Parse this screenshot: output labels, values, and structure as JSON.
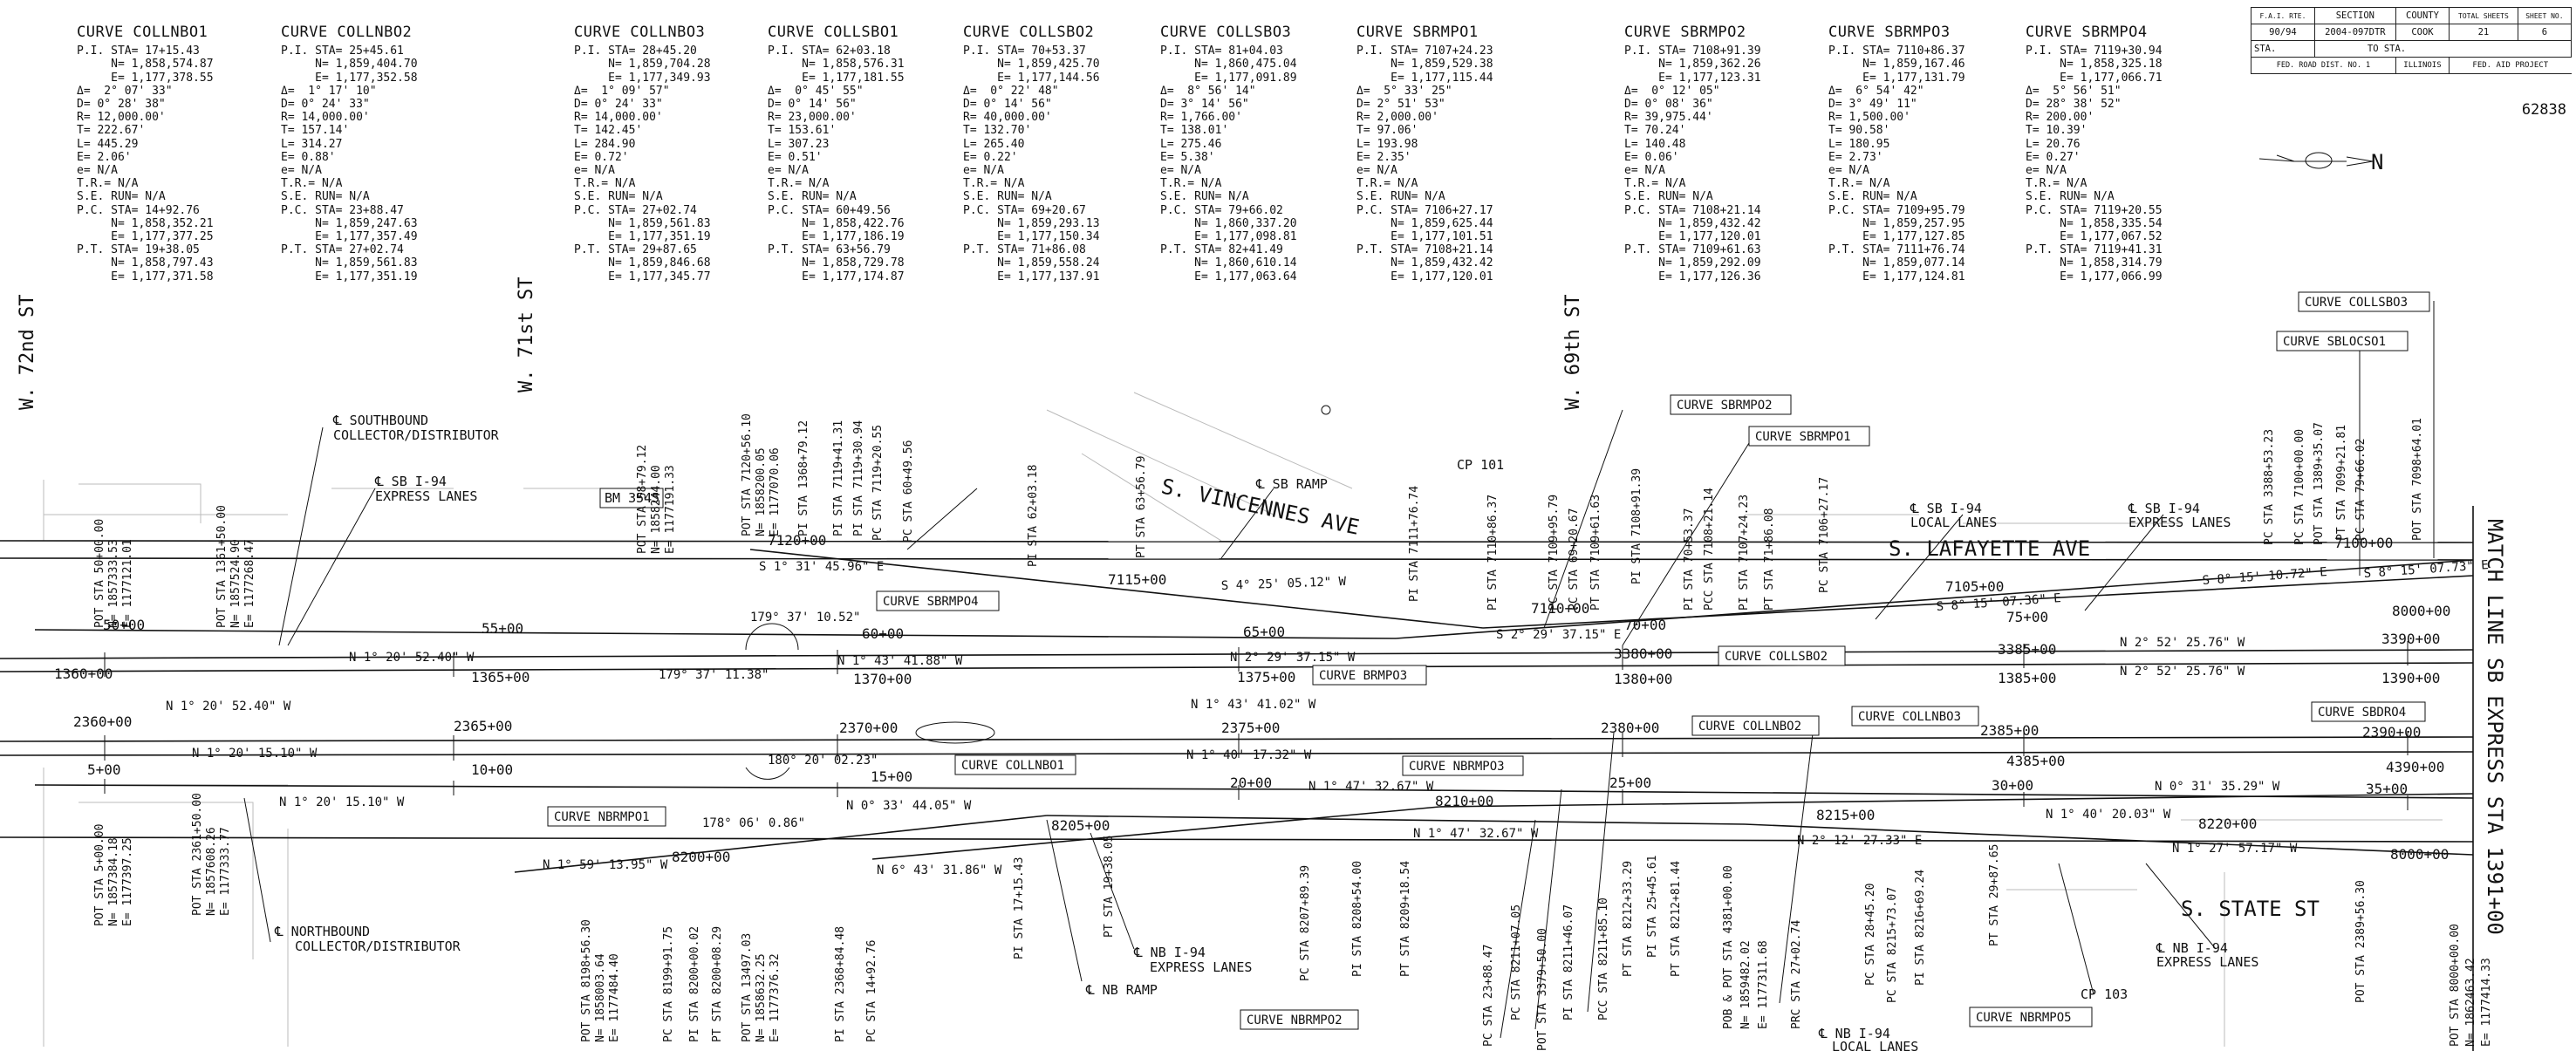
{
  "curves": [
    {
      "title": "CURVE COLLNBO1",
      "lines": [
        "P.I. STA= 17+15.43",
        "     N= 1,858,574.87",
        "     E= 1,177,378.55",
        "Δ=  2° 07' 33\"",
        "D= 0° 28' 38\"",
        "R= 12,000.00'",
        "T= 222.67'",
        "L= 445.29",
        "E= 2.06'",
        "e= N/A",
        "T.R.= N/A",
        "S.E. RUN= N/A",
        "P.C. STA= 14+92.76",
        "     N= 1,858,352.21",
        "     E= 1,177,377.25",
        "P.T. STA= 19+38.05",
        "     N= 1,858,797.43",
        "     E= 1,177,371.58"
      ]
    },
    {
      "title": "CURVE COLLNBO2",
      "lines": [
        "P.I. STA= 25+45.61",
        "     N= 1,859,404.70",
        "     E= 1,177,352.58",
        "Δ=  1° 17' 10\"",
        "D= 0° 24' 33\"",
        "R= 14,000.00'",
        "T= 157.14'",
        "L= 314.27",
        "E= 0.88'",
        "e= N/A",
        "T.R.= N/A",
        "S.E. RUN= N/A",
        "P.C. STA= 23+88.47",
        "     N= 1,859,247.63",
        "     E= 1,177,357.49",
        "P.T. STA= 27+02.74",
        "     N= 1,859,561.83",
        "     E= 1,177,351.19"
      ]
    },
    {
      "title": "CURVE COLLNBO3",
      "lines": [
        "P.I. STA= 28+45.20",
        "     N= 1,859,704.28",
        "     E= 1,177,349.93",
        "Δ=  1° 09' 57\"",
        "D= 0° 24' 33\"",
        "R= 14,000.00'",
        "T= 142.45'",
        "L= 284.90",
        "E= 0.72'",
        "e= N/A",
        "T.R.= N/A",
        "S.E. RUN= N/A",
        "P.C. STA= 27+02.74",
        "     N= 1,859,561.83",
        "     E= 1,177,351.19",
        "P.T. STA= 29+87.65",
        "     N= 1,859,846.68",
        "     E= 1,177,345.77"
      ]
    },
    {
      "title": "CURVE COLLSBO1",
      "lines": [
        "P.I. STA= 62+03.18",
        "     N= 1,858,576.31",
        "     E= 1,177,181.55",
        "Δ=  0° 45' 55\"",
        "D= 0° 14' 56\"",
        "R= 23,000.00'",
        "T= 153.61'",
        "L= 307.23",
        "E= 0.51'",
        "e= N/A",
        "T.R.= N/A",
        "S.E. RUN= N/A",
        "P.C. STA= 60+49.56",
        "     N= 1,858,422.76",
        "     E= 1,177,186.19",
        "P.T. STA= 63+56.79",
        "     N= 1,858,729.78",
        "     E= 1,177,174.87"
      ]
    },
    {
      "title": "CURVE COLLSBO2",
      "lines": [
        "P.I. STA= 70+53.37",
        "     N= 1,859,425.70",
        "     E= 1,177,144.56",
        "Δ=  0° 22' 48\"",
        "D= 0° 14' 56\"",
        "R= 40,000.00'",
        "T= 132.70'",
        "L= 265.40",
        "E= 0.22'",
        "e= N/A",
        "T.R.= N/A",
        "S.E. RUN= N/A",
        "P.C. STA= 69+20.67",
        "     N= 1,859,293.13",
        "     E= 1,177,150.34",
        "P.T. STA= 71+86.08",
        "     N= 1,859,558.24",
        "     E= 1,177,137.91"
      ]
    },
    {
      "title": "CURVE COLLSBO3",
      "lines": [
        "P.I. STA= 81+04.03",
        "     N= 1,860,475.04",
        "     E= 1,177,091.89",
        "Δ=  8° 56' 14\"",
        "D= 3° 14' 56\"",
        "R= 1,766.00'",
        "T= 138.01'",
        "L= 275.46",
        "E= 5.38'",
        "e= N/A",
        "T.R.= N/A",
        "S.E. RUN= N/A",
        "P.C. STA= 79+66.02",
        "     N= 1,860,337.20",
        "     E= 1,177,098.81",
        "P.T. STA= 82+41.49",
        "     N= 1,860,610.14",
        "     E= 1,177,063.64"
      ]
    },
    {
      "title": "CURVE SBRMPO1",
      "lines": [
        "P.I. STA= 7107+24.23",
        "     N= 1,859,529.38",
        "     E= 1,177,115.44",
        "Δ=  5° 33' 25\"",
        "D= 2° 51' 53\"",
        "R= 2,000.00'",
        "T= 97.06'",
        "L= 193.98",
        "E= 2.35'",
        "e= N/A",
        "T.R.= N/A",
        "S.E. RUN= N/A",
        "P.C. STA= 7106+27.17",
        "     N= 1,859,625.44",
        "     E= 1,177,101.51",
        "P.T. STA= 7108+21.14",
        "     N= 1,859,432.42",
        "     E= 1,177,120.01"
      ]
    },
    {
      "title": "CURVE SBRMPO2",
      "lines": [
        "P.I. STA= 7108+91.39",
        "     N= 1,859,362.26",
        "     E= 1,177,123.31",
        "Δ=  0° 12' 05\"",
        "D= 0° 08' 36\"",
        "R= 39,975.44'",
        "T= 70.24'",
        "L= 140.48",
        "E= 0.06'",
        "e= N/A",
        "T.R.= N/A",
        "S.E. RUN= N/A",
        "P.C. STA= 7108+21.14",
        "     N= 1,859,432.42",
        "     E= 1,177,120.01",
        "P.T. STA= 7109+61.63",
        "     N= 1,859,292.09",
        "     E= 1,177,126.36"
      ]
    },
    {
      "title": "CURVE SBRMPO3",
      "lines": [
        "P.I. STA= 7110+86.37",
        "     N= 1,859,167.46",
        "     E= 1,177,131.79",
        "Δ=  6° 54' 42\"",
        "D= 3° 49' 11\"",
        "R= 1,500.00'",
        "T= 90.58'",
        "L= 180.95",
        "E= 2.73'",
        "e= N/A",
        "T.R.= N/A",
        "S.E. RUN= N/A",
        "P.C. STA= 7109+95.79",
        "     N= 1,859,257.95",
        "     E= 1,177,127.85",
        "P.T. STA= 7111+76.74",
        "     N= 1,859,077.14",
        "     E= 1,177,124.81"
      ]
    },
    {
      "title": "CURVE SBRMPO4",
      "lines": [
        "P.I. STA= 7119+30.94",
        "     N= 1,858,325.18",
        "     E= 1,177,066.71",
        "Δ=  5° 56' 51\"",
        "D= 28° 38' 52\"",
        "R= 200.00'",
        "T= 10.39'",
        "L= 20.76",
        "E= 0.27'",
        "e= N/A",
        "T.R.= N/A",
        "S.E. RUN= N/A",
        "P.C. STA= 7119+20.55",
        "     N= 1,858,335.54",
        "     E= 1,177,067.52",
        "P.T. STA= 7119+41.31",
        "     N= 1,858,314.79",
        "     E= 1,177,066.99"
      ]
    }
  ],
  "titleblock": {
    "fai_rte_label": "F.A.I. RTE.",
    "section_label": "SECTION",
    "county_label": "COUNTY",
    "total_sheets_label": "TOTAL SHEETS",
    "sheet_no_label": "SHEET NO.",
    "route": "90/94",
    "section": "2004-097DTR",
    "county": "COOK",
    "total_sheets": "21",
    "sheet_no": "6",
    "sta_label": "STA.",
    "to_sta_label": "TO STA.",
    "district": "FED. ROAD DIST. NO. 1",
    "state": "ILLINOIS",
    "aid": "FED. AID PROJECT",
    "project_no": "62838"
  },
  "streets": {
    "w72": "W. 72nd ST",
    "w71": "W. 71st ST",
    "w69": "W. 69th ST",
    "vincennes": "S. VINCENNES AVE",
    "lafayette": "S. LAFAYETTE AVE",
    "state": "S. STATE ST",
    "match_line": "MATCH LINE SB EXPRESS STA 1391+00"
  },
  "roadway_labels": {
    "sb_cd": "℄ SOUTHBOUND",
    "sb_cd2": "COLLECTOR/DISTRIBUTOR",
    "sb_express": "℄ SB I-94",
    "sb_express2": "EXPRESS LANES",
    "sb_ramp": "℄ SB RAMP",
    "sb_local": "℄ SB I-94",
    "sb_local2": "LOCAL LANES",
    "sb_express_r": "℄ SB I-94",
    "sb_express_r2": "EXPRESS LANES",
    "nb_cd": "℄ NORTHBOUND",
    "nb_cd2": "COLLECTOR/DISTRIBUTOR",
    "nb_express": "℄ NB I-94",
    "nb_express2": "EXPRESS LANES",
    "nb_ramp": "℄ NB RAMP",
    "nb_local": "℄ NB I-94",
    "nb_local2": "LOCAL LANES",
    "nb_express_r": "℄ NB I-94",
    "nb_express_r2": "EXPRESS LANES",
    "bm": "BM 3545",
    "cp101": "CP 101",
    "cp103": "CP 103"
  },
  "curve_tags": {
    "sbrmp04": "CURVE SBRMPO4",
    "brmp03": "CURVE BRMPO3",
    "collnb01": "CURVE COLLNBO1",
    "nbrmp01": "CURVE NBRMPO1",
    "nbrmp03": "CURVE NBRMPO3",
    "nbrmp02": "CURVE NBRMPO2",
    "sbrmp02": "CURVE SBRMPO2",
    "sbrmp01": "CURVE SBRMPO1",
    "collsb02": "CURVE COLLSBO2",
    "collnb02": "CURVE COLLNBO2",
    "collnb03": "CURVE COLLNBO3",
    "collsb03": "CURVE COLLSBO3",
    "sbcol01": "CURVE SBLOCSO1",
    "sbdr04": "CURVE SBDRO4",
    "nbrmp05": "CURVE NBRMPO5"
  },
  "stations": {
    "s5000": "50+00",
    "s5500": "55+00",
    "s6000": "60+00",
    "s6500": "65+00",
    "s7000": "70+00",
    "s7500": "75+00",
    "s8000": "8000+00",
    "s1360": "1360+00",
    "s1365": "1365+00",
    "s1370": "1370+00",
    "s1375": "1375+00",
    "s1380": "1380+00",
    "s1385": "1385+00",
    "s1390": "1390+00",
    "s3380": "3380+00",
    "s3385": "3385+00",
    "s3390": "3390+00",
    "s2360": "2360+00",
    "s2365": "2365+00",
    "s2370": "2370+00",
    "s2375": "2375+00",
    "s2380": "2380+00",
    "s2385": "2385+00",
    "s2390": "2390+00",
    "s500": "5+00",
    "s1000": "10+00",
    "s1500": "15+00",
    "s2000": "20+00",
    "s2500": "25+00",
    "s3000": "30+00",
    "s3500": "35+00",
    "s4385": "4385+00",
    "s4390": "4390+00",
    "s7110": "7110+00",
    "s7115": "7115+00",
    "s7105": "7105+00",
    "s7100": "7100+00",
    "s7120": "7120+00",
    "s8200": "8200+00",
    "s8205": "8205+00",
    "s8210": "8210+00",
    "s8215": "8215+00",
    "s8220": "8220+00"
  },
  "bearings": {
    "b1": "N 1° 20' 52.40\" W",
    "b2": "N 1° 20' 52.40\" W",
    "b3": "N 1° 20' 15.10\" W",
    "b4": "N 1° 20' 15.10\" W",
    "b5": "N 1° 43' 41.88\" W",
    "b6": "N 2° 29' 37.15\" W",
    "b7": "N 1° 43' 41.02\" W",
    "b8": "N 1° 40' 17.32\" W",
    "b9": "N 1° 47' 32.67\" W",
    "b10": "N 1° 47' 32.67\" W",
    "b11": "N 0° 33' 44.05\" W",
    "b12": "N 1° 59' 13.95\" W",
    "b13": "N 6° 43' 31.86\" W",
    "b14": "N 2° 12' 27.33\" E",
    "b15": "N 2° 52' 25.76\" W",
    "b16": "N 2° 52' 25.76\" W",
    "b17": "N 0° 31' 35.29\" W",
    "b18": "N 1° 40' 20.03\" W",
    "b19": "N 1° 27' 57.17\" W",
    "b20": "S 4° 25' 05.12\" W",
    "b21": "S 2° 29' 37.15\" E",
    "b22": "S 8° 15' 07.36\" E",
    "b23": "S 8° 15' 10.72\" E",
    "b24": "S 8° 15' 07.73\" E",
    "b25": "S 1° 31' 45.96\" E",
    "a1": "179° 37' 10.52\"",
    "a2": "179° 37' 11.38\"",
    "a3": "180° 20' 02.23\"",
    "a4": "178° 06' 0.86\""
  },
  "vertical_labels": {
    "v01": "POT STA 50+00.00",
    "v02": "N= 1857333.53",
    "v03": "E= 1177121.01",
    "v04": "POT STA 1361+50.00",
    "v05": "N= 1857524.90",
    "v06": "E= 1177268.47",
    "v07": "POT STA 58+79.12",
    "v08": "N= 1858244.00",
    "v09": "E= 1177191.33",
    "v10": "POT STA 7120+56.10",
    "v11": "N= 1858200.05",
    "v12": "E= 1177070.06",
    "v13": "PI STA 1368+79.12",
    "v14": "PI STA 7119+41.31",
    "v15": "PI STA 7119+30.94",
    "v16": "PC STA 7119+20.55",
    "v17": "PC STA 60+49.56",
    "v18": "PI STA 62+03.18",
    "v19": "PT STA 63+56.79",
    "v20": "PI STA 7111+76.74",
    "v21": "PI STA 7110+86.37",
    "v22": "PC STA 7109+95.79",
    "v23": "PC STA 69+20.67",
    "v24": "PT STA 7109+61.63",
    "v25": "PI STA 7108+91.39",
    "v26": "PI STA 70+53.37",
    "v27": "PCC STA 7108+21.14",
    "v28": "PI STA 7107+24.23",
    "v29": "PT STA 71+86.08",
    "v30": "PC STA 7106+27.17",
    "v31": "PC STA 3388+53.23",
    "v32": "PC STA 7100+00.00",
    "v33": "POT STA 1389+35.07",
    "v34": "PT STA 7099+21.81",
    "v35": "PC STA 79+66.02",
    "v36": "POT STA 7098+64.01",
    "v37": "POT STA 2361+50.00",
    "v38": "N= 1857608.26",
    "v39": "E= 1177333.77",
    "v40": "POT STA 5+00.00",
    "v41": "N= 1857384.18",
    "v42": "E= 1177397.25",
    "v43": "POT STA 8198+56.30",
    "v44": "N= 1858003.64",
    "v45": "E= 1177484.40",
    "v46": "PC STA 8199+91.75",
    "v47": "PI STA 8200+00.02",
    "v48": "PT STA 8200+08.29",
    "v49": "POT STA 13497.03",
    "v50": "N= 1858632.25",
    "v51": "E= 1177376.32",
    "v52": "PI STA 2368+84.48",
    "v53": "PC STA 14+92.76",
    "v54": "PI STA 17+15.43",
    "v55": "PT STA 19+38.05",
    "v56": "PC STA 8207+89.39",
    "v57": "PI STA 8208+54.00",
    "v58": "PT STA 8209+18.54",
    "v59": "PC STA 23+88.47",
    "v60": "POT STA 3379+50.00",
    "v61": "PC STA 8211+07.05",
    "v62": "PI STA 8211+46.07",
    "v63": "PCC STA 8211+85.10",
    "v64": "PT STA 8212+33.29",
    "v65": "PI STA 25+45.61",
    "v66": "PT STA 8212+81.44",
    "v67": "POB & POT STA 4381+00.00",
    "v68": "N= 1859482.02",
    "v69": "E= 1177311.68",
    "v70": "PRC STA 27+02.74",
    "v71": "PC STA 28+45.20",
    "v72": "PC STA 8215+73.07",
    "v73": "PI STA 8216+69.24",
    "v74": "PT STA 29+87.65",
    "v75": "POT STA 2389+56.30",
    "v76": "POT STA 8000+00.00",
    "v77": "N= 1862463.42",
    "v78": "E= 1177414.33"
  }
}
